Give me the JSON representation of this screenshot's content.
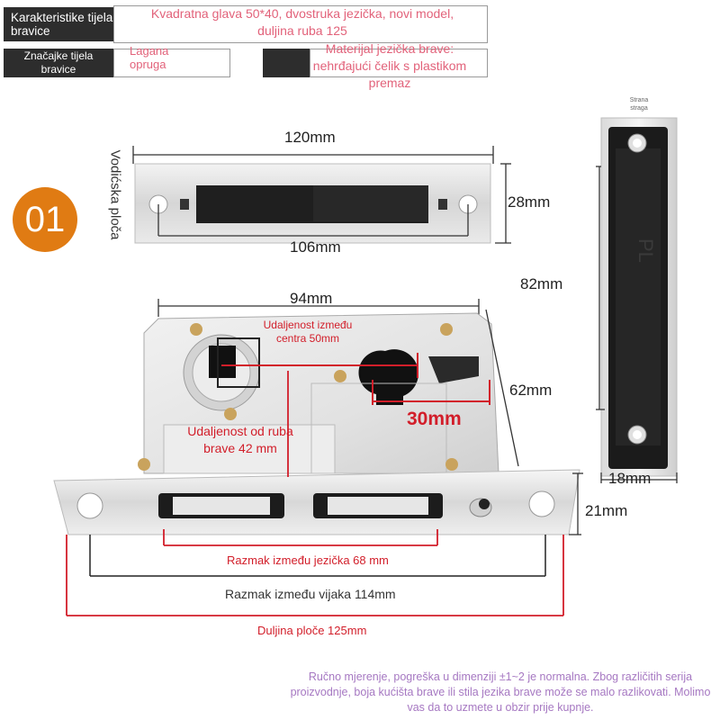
{
  "spec_table": {
    "row1_label": "Karakteristike tijela bravice",
    "row1_value": "Kvadratna glava 50*40, dvostruka jezička, novi model, duljina ruba 125",
    "row2_label": "Značajke tijela bravice",
    "row2_value": "Lagana opruga",
    "row2_material": "Materijal jezička brave: nehrđajući čelik s plastikom premaz"
  },
  "badge": {
    "number": "01",
    "color": "#e07b13"
  },
  "guide_plate": {
    "side_label": "Vodićska ploča",
    "width": "120mm",
    "height": "28mm",
    "hole_spacing": "106mm"
  },
  "side_view": {
    "label": "Strana straga",
    "height": "82mm",
    "width": "18mm"
  },
  "lock_body": {
    "width": "94mm",
    "height": "62mm",
    "faceplate_height": "21mm",
    "center_distance": "Udaljenost između centra 50mm",
    "backset": "Udaljenost od ruba brave 42 mm",
    "cylinder_offset": "30mm",
    "latch_spacing": "Razmak između jezička 68 mm",
    "screw_spacing": "Razmak između vijaka 114mm",
    "plate_length": "Duljina ploče 125mm"
  },
  "footer_note": "Ručno mjerenje, pogreška u dimenziji ±1~2 je normalna. Zbog različitih serija proizvodnje, boja kućišta brave ili stila jezika brave može se malo razlikovati. Molimo vas da to uzmete u obzir prije kupnje.",
  "colors": {
    "dim_red": "#d21e2a",
    "note_purple": "#a678c2",
    "badge_orange": "#e07b13"
  }
}
